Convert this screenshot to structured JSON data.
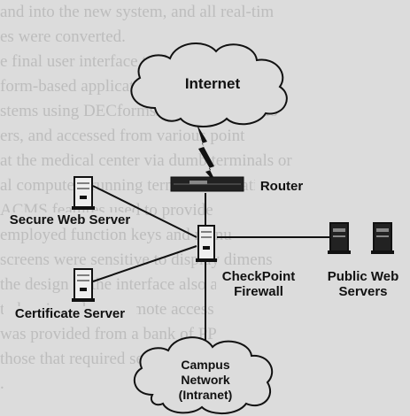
{
  "background_text": [
    "and into the new system, and all real-tim",
    "es were converted.",
    "e final user interface to the CDR was",
    "form-based applications implemented in",
    "stems using DECforms/ACMS transactio",
    "ers, and accessed from various point",
    "at the medical center via dumb terminals or",
    "al computers running terminal emulation",
    "ACMS features used to provide",
    "employed function keys and menu",
    "screens were sensitive to display dimens",
    "the design of the interface also a patt",
    "to be viewed as a remote access",
    "was provided from a bank of PP",
    "those that required security softwar",
    "."
  ],
  "nodes": {
    "internet": "Internet",
    "router": "Router",
    "secure_web_server": "Secure Web Server",
    "firewall": "CheckPoint\nFirewall",
    "public_web_servers": "Public Web\nServers",
    "certificate_server": "Certificate Server",
    "campus_network": "Campus\nNetwork\n(Intranet)"
  },
  "colors": {
    "background": "#dcdcdc",
    "ink": "#111111",
    "faded_text": "#bdbdbd"
  }
}
